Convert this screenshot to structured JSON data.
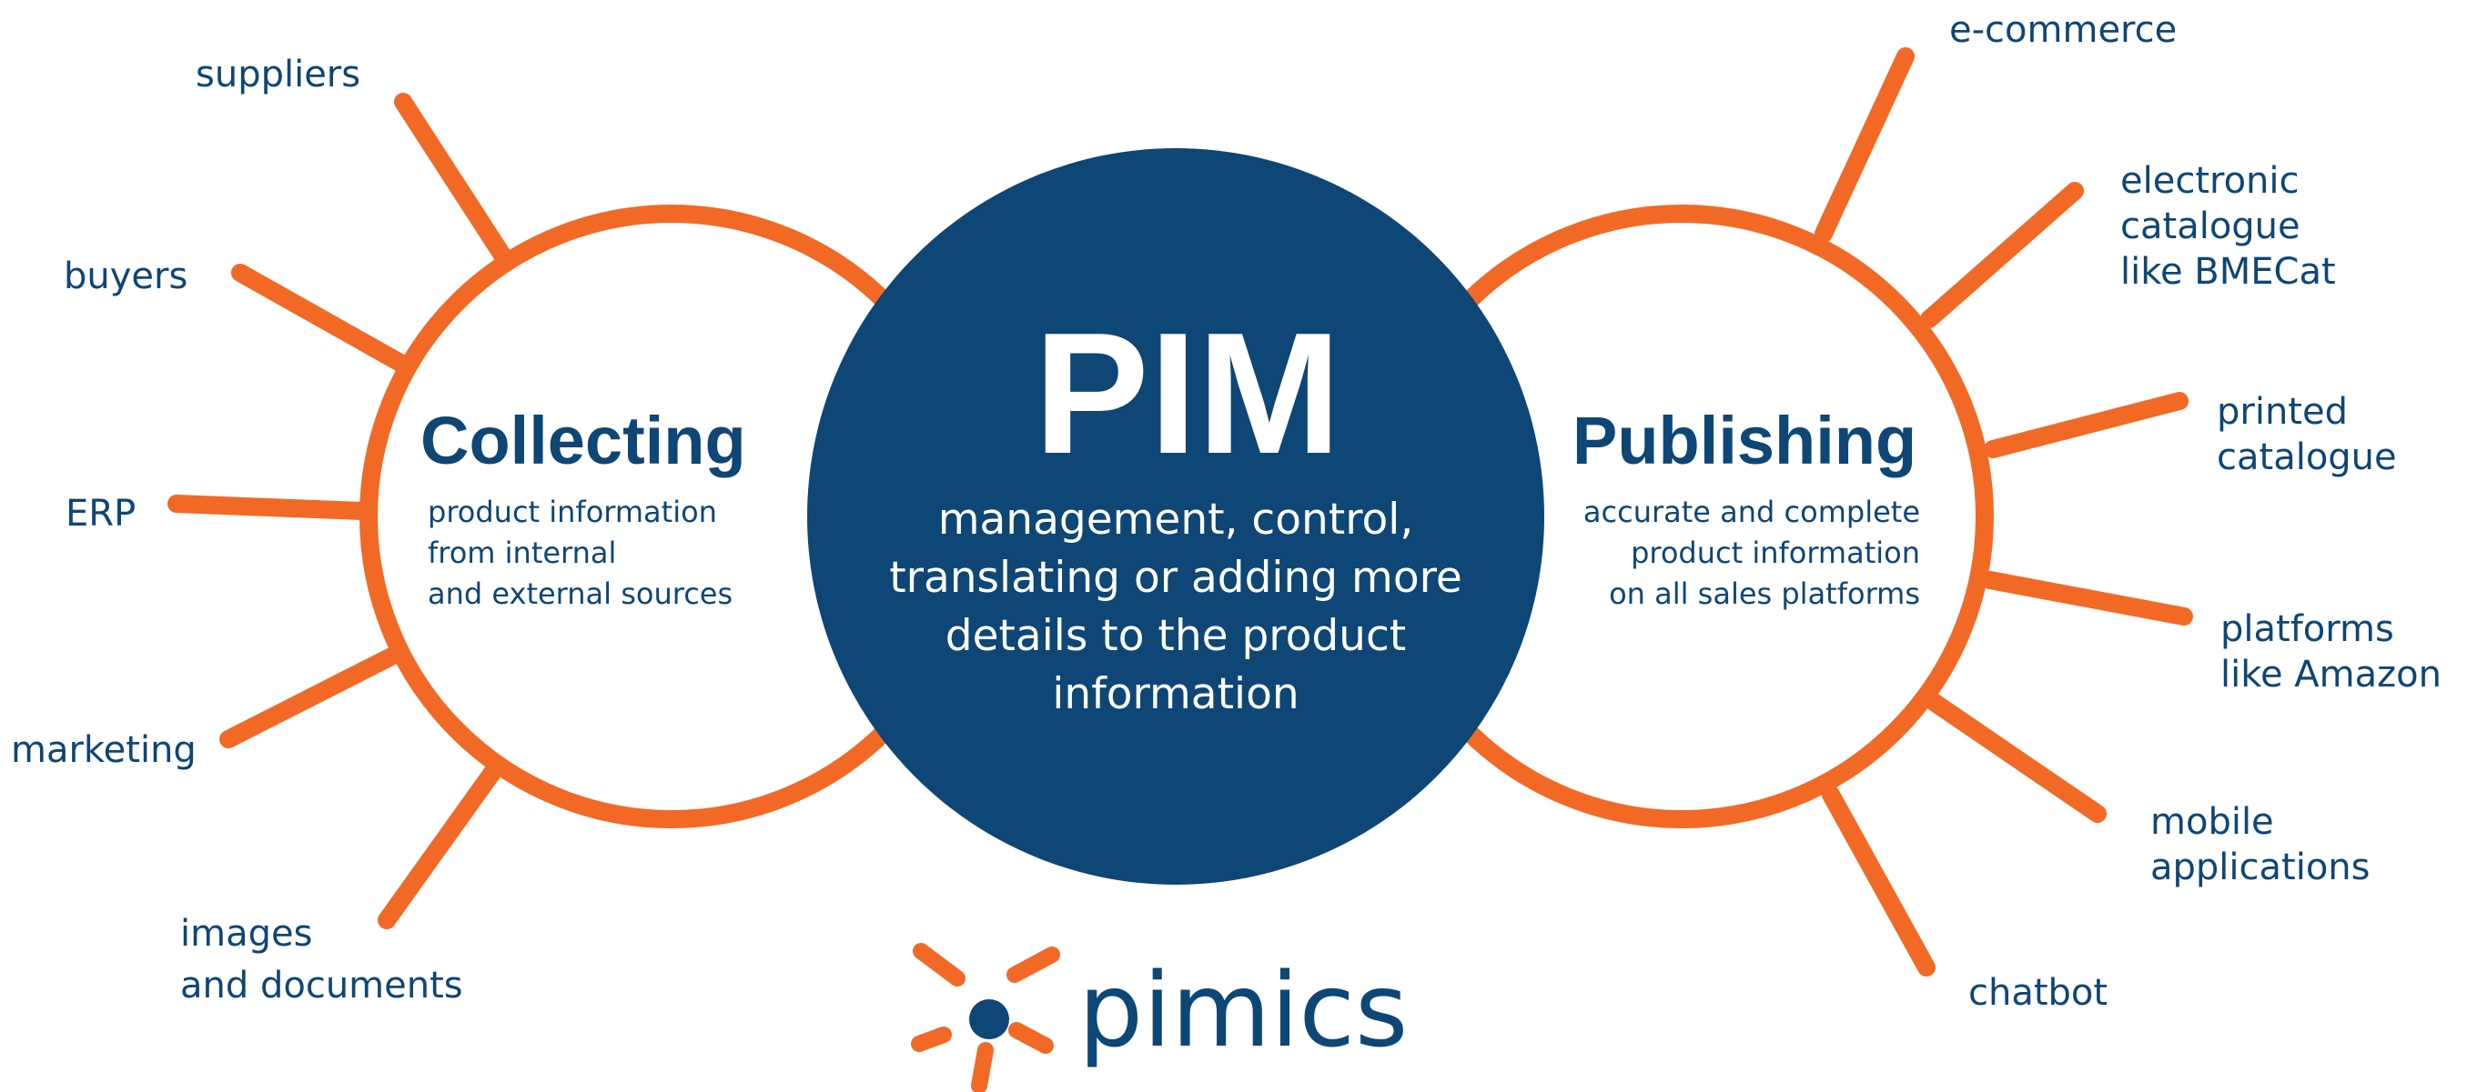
{
  "center": {
    "title": "PIM",
    "description": [
      "management, control,",
      "translating or adding more",
      "details to the product",
      "information"
    ]
  },
  "collecting": {
    "title": "Collecting",
    "description": [
      "product information",
      "from internal",
      "and external sources"
    ],
    "sources": [
      {
        "lines": [
          "suppliers"
        ]
      },
      {
        "lines": [
          "buyers"
        ]
      },
      {
        "lines": [
          "ERP"
        ]
      },
      {
        "lines": [
          "marketing"
        ]
      },
      {
        "lines": [
          "images",
          "and documents"
        ]
      }
    ]
  },
  "publishing": {
    "title": "Publishing",
    "description": [
      "accurate and complete",
      "product information",
      "on all sales platforms"
    ],
    "channels": [
      {
        "lines": [
          "e-commerce"
        ]
      },
      {
        "lines": [
          "electronic",
          "catalogue",
          "like BMECat"
        ]
      },
      {
        "lines": [
          "printed",
          "catalogue"
        ]
      },
      {
        "lines": [
          "platforms",
          "like Amazon"
        ]
      },
      {
        "lines": [
          "mobile",
          "applications"
        ]
      },
      {
        "lines": [
          "chatbot"
        ]
      }
    ]
  },
  "logo": {
    "text": "pimics",
    "icon": "sun-burst-logo-icon"
  },
  "colors": {
    "orange": "#F26925",
    "navy": "#0E4675",
    "background": "#FFFFFF"
  }
}
